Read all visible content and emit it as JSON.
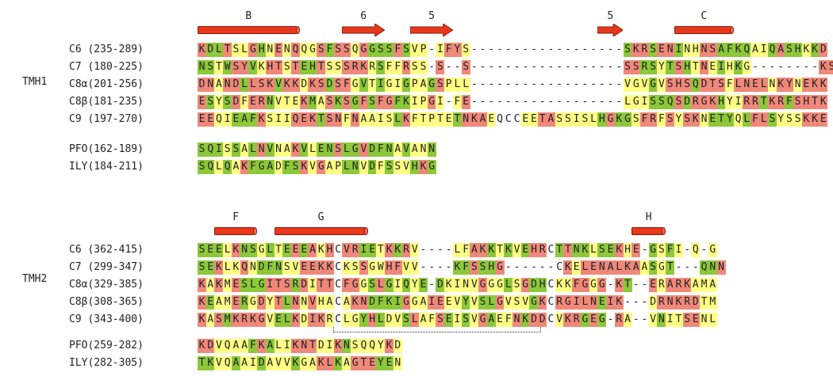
{
  "sections": [
    {
      "id": "tmh1",
      "side_label": "TMH1",
      "structure": [
        {
          "kind": "helix",
          "label": "B",
          "start": 0,
          "end": 11
        },
        {
          "kind": "strand",
          "label": "6",
          "start": 17,
          "end": 21
        },
        {
          "kind": "strand",
          "label": "5",
          "start": 25,
          "end": 29
        },
        {
          "kind": "strand",
          "label": "5",
          "start": 47,
          "end": 49
        },
        {
          "kind": "helix",
          "label": "C",
          "start": 56,
          "end": 62
        }
      ],
      "rows": [
        {
          "label": "C6 (235-289)",
          "seq": "KDLTSLGHNENQQGSFSSQGGSSFSVP-IFYS------------------SKRSENINHNSAFKQAIQASHKKD",
          "colors": "RGGRYYRGYRYRYYRGRRYRGGGRGYYWYRRYWWWWWWWWWWWWWWWWWWGRRGRRGYYRRGGGGYYGRGGYGR"
        },
        {
          "label": "C7 (180-225)",
          "seq": "NSTWSYVKHTSTEHTSSSRKRSFFRSS-S--S------------------SSRSYTSHTNEIHKG--------KS",
          "colors": "GGYGRRGYRRYRGGRYYRRRYGYYRYYWRWWRWWWWWWWWWWWWWWWWWWRRGGYGRGYRYGYGYWWWWWWWWRR"
        },
        {
          "label": "C8α(201-256)",
          "seq": "DNANDLLSKVKKDKSDSFGVTIGIGPAGSPLL------------------VGVGVSHSQDTSFLNELNKYNEKK",
          "colors": "RRYRRGRRRGRRYRRGRRYGYGYYGYYGRYYYWWWWWWWWWWWWWWWWWWYYYGYRRRGRRRYRRRRYRRYRRR"
        },
        {
          "label": "C8β(181-235)",
          "seq": "ESYSDFERNVTEKMASKSGFSFGFKIPGI-FE------------------LGISSQSDRGKHYIRRTKRFSHTK",
          "colors": "RGYGRYRRGYYYRGYRGRGRGRRGGYYRYWYRWWWWWWWWWWWWWWWWWWYYYGGGRGRRRGYYRRGRRGRRRR"
        },
        {
          "label": "C9 (197-270)",
          "seq": "EEQIEAFKSIIQEKTSNFNAAISLKFTPTETNKAEQCCEETASSISLHGKGSFRFSYSKNETYQLFLSYSSKKE",
          "colors": "RRYYGGGRYYYRRRGRRYRYYYYGRYYYYYGRRRYWWWYYRRYYYYYGRGGYRRYRYRRYGGGYGRRGYYYRRR"
        }
      ],
      "ref_rows": [
        {
          "label": "PFO(162-189)",
          "seq": "SQISSALNVNAKVLENSLGVDFNAVANN",
          "colors": "GGGYGYGRGYYRGYGGRGGRGGGYGYYG"
        },
        {
          "label": "ILY(184-211)",
          "seq": "SQLQAKFGADFSKVGAPLNVDFSSVHKG",
          "colors": "GGYGYRGGGYGGRYRYYGGYGYGYYGRG"
        }
      ]
    },
    {
      "id": "tmh2",
      "side_label": "TMH2",
      "structure": [
        {
          "kind": "helix",
          "label": "F",
          "start": 2,
          "end": 6
        },
        {
          "kind": "helix",
          "label": "G",
          "start": 9,
          "end": 19
        },
        {
          "kind": "helix",
          "label": "H",
          "start": 51,
          "end": 54
        }
      ],
      "rows": [
        {
          "label": "C6 (362-415)",
          "seq": "SEELKNSGLTEEEAKHCVRIETKKRV----LFAKKTKVEHRCTTNKLSEKHE-GSFI-Q-G",
          "colors": "GGGYRGGYGYGRGRYRWRRGGYRGRYWWWWYYRRGYGYGRRWGRGGYGGRYRWGYGYWYWY"
        },
        {
          "label": "C7 (299-347)",
          "seq": "SEKLKQNDFNSVEEKKCKSSGWHFVV----KFSSHG------CKELENALKAASGT---QNN",
          "colors": "GGRYYRYGGGYYRRRRWYYRYYRRYYWWWWGGRGGRWWWWWWWRYRRRRRRRYGYGWWWGGR"
        },
        {
          "label": "C8α(329-385)",
          "seq": "KAKMESLGITSRDITTCFGGSLGIQYE-DKINVGGGLSGDHCKKFGGG-KT--ERARKAMA",
          "colors": "RYRYRGGGRRRGRYRRWRRYGRGYGYGWGYYYYRYYGYRGGWYYRRYRWRGWWRYRRRYYY"
        },
        {
          "label": "C8β(308-365)",
          "seq": "KEAMERGDYTLNNVHACAKNDFKIGGAIEEVYVSLGVSVGKCRGILNEIK---DRNKRDTM",
          "colors": "RGYYRGYRYRGRYRYYWYRRGGGGRYYRRYYGYGGRYYYGRWRRRRRGRRWWWYRRRRRYY"
        },
        {
          "label": "C9 (343-400)",
          "seq": "KASMKRKGVELKDIKRCLGYHLDVSLAFSEISVGAEFNKDDCVKRGEG-RA--VNITSENL",
          "colors": "RYRGRRRRYGGRYRRYWYYGRGYYGRYYRGYGYRGYYRGRRWYRRGRGWRYWWYGYYRRYY"
        }
      ],
      "ref_rows": [
        {
          "label": "PFO(259-282)",
          "seq": "KDVQAAFKALIKNTDIKNSQQYKD",
          "colors": "RRYYYYGRGYYRRRYYRGYYYYRY"
        },
        {
          "label": "ILY(282-305)",
          "seq": "TKVQAAIDAVVKGAKLKAGTEYEN",
          "colors": "GGYYGYYGYYYGYYRRGYRRRGGY"
        }
      ]
    }
  ],
  "palette": {
    "R": "#f0887a",
    "Y": "#ffff84",
    "G": "#8cc83a"
  }
}
